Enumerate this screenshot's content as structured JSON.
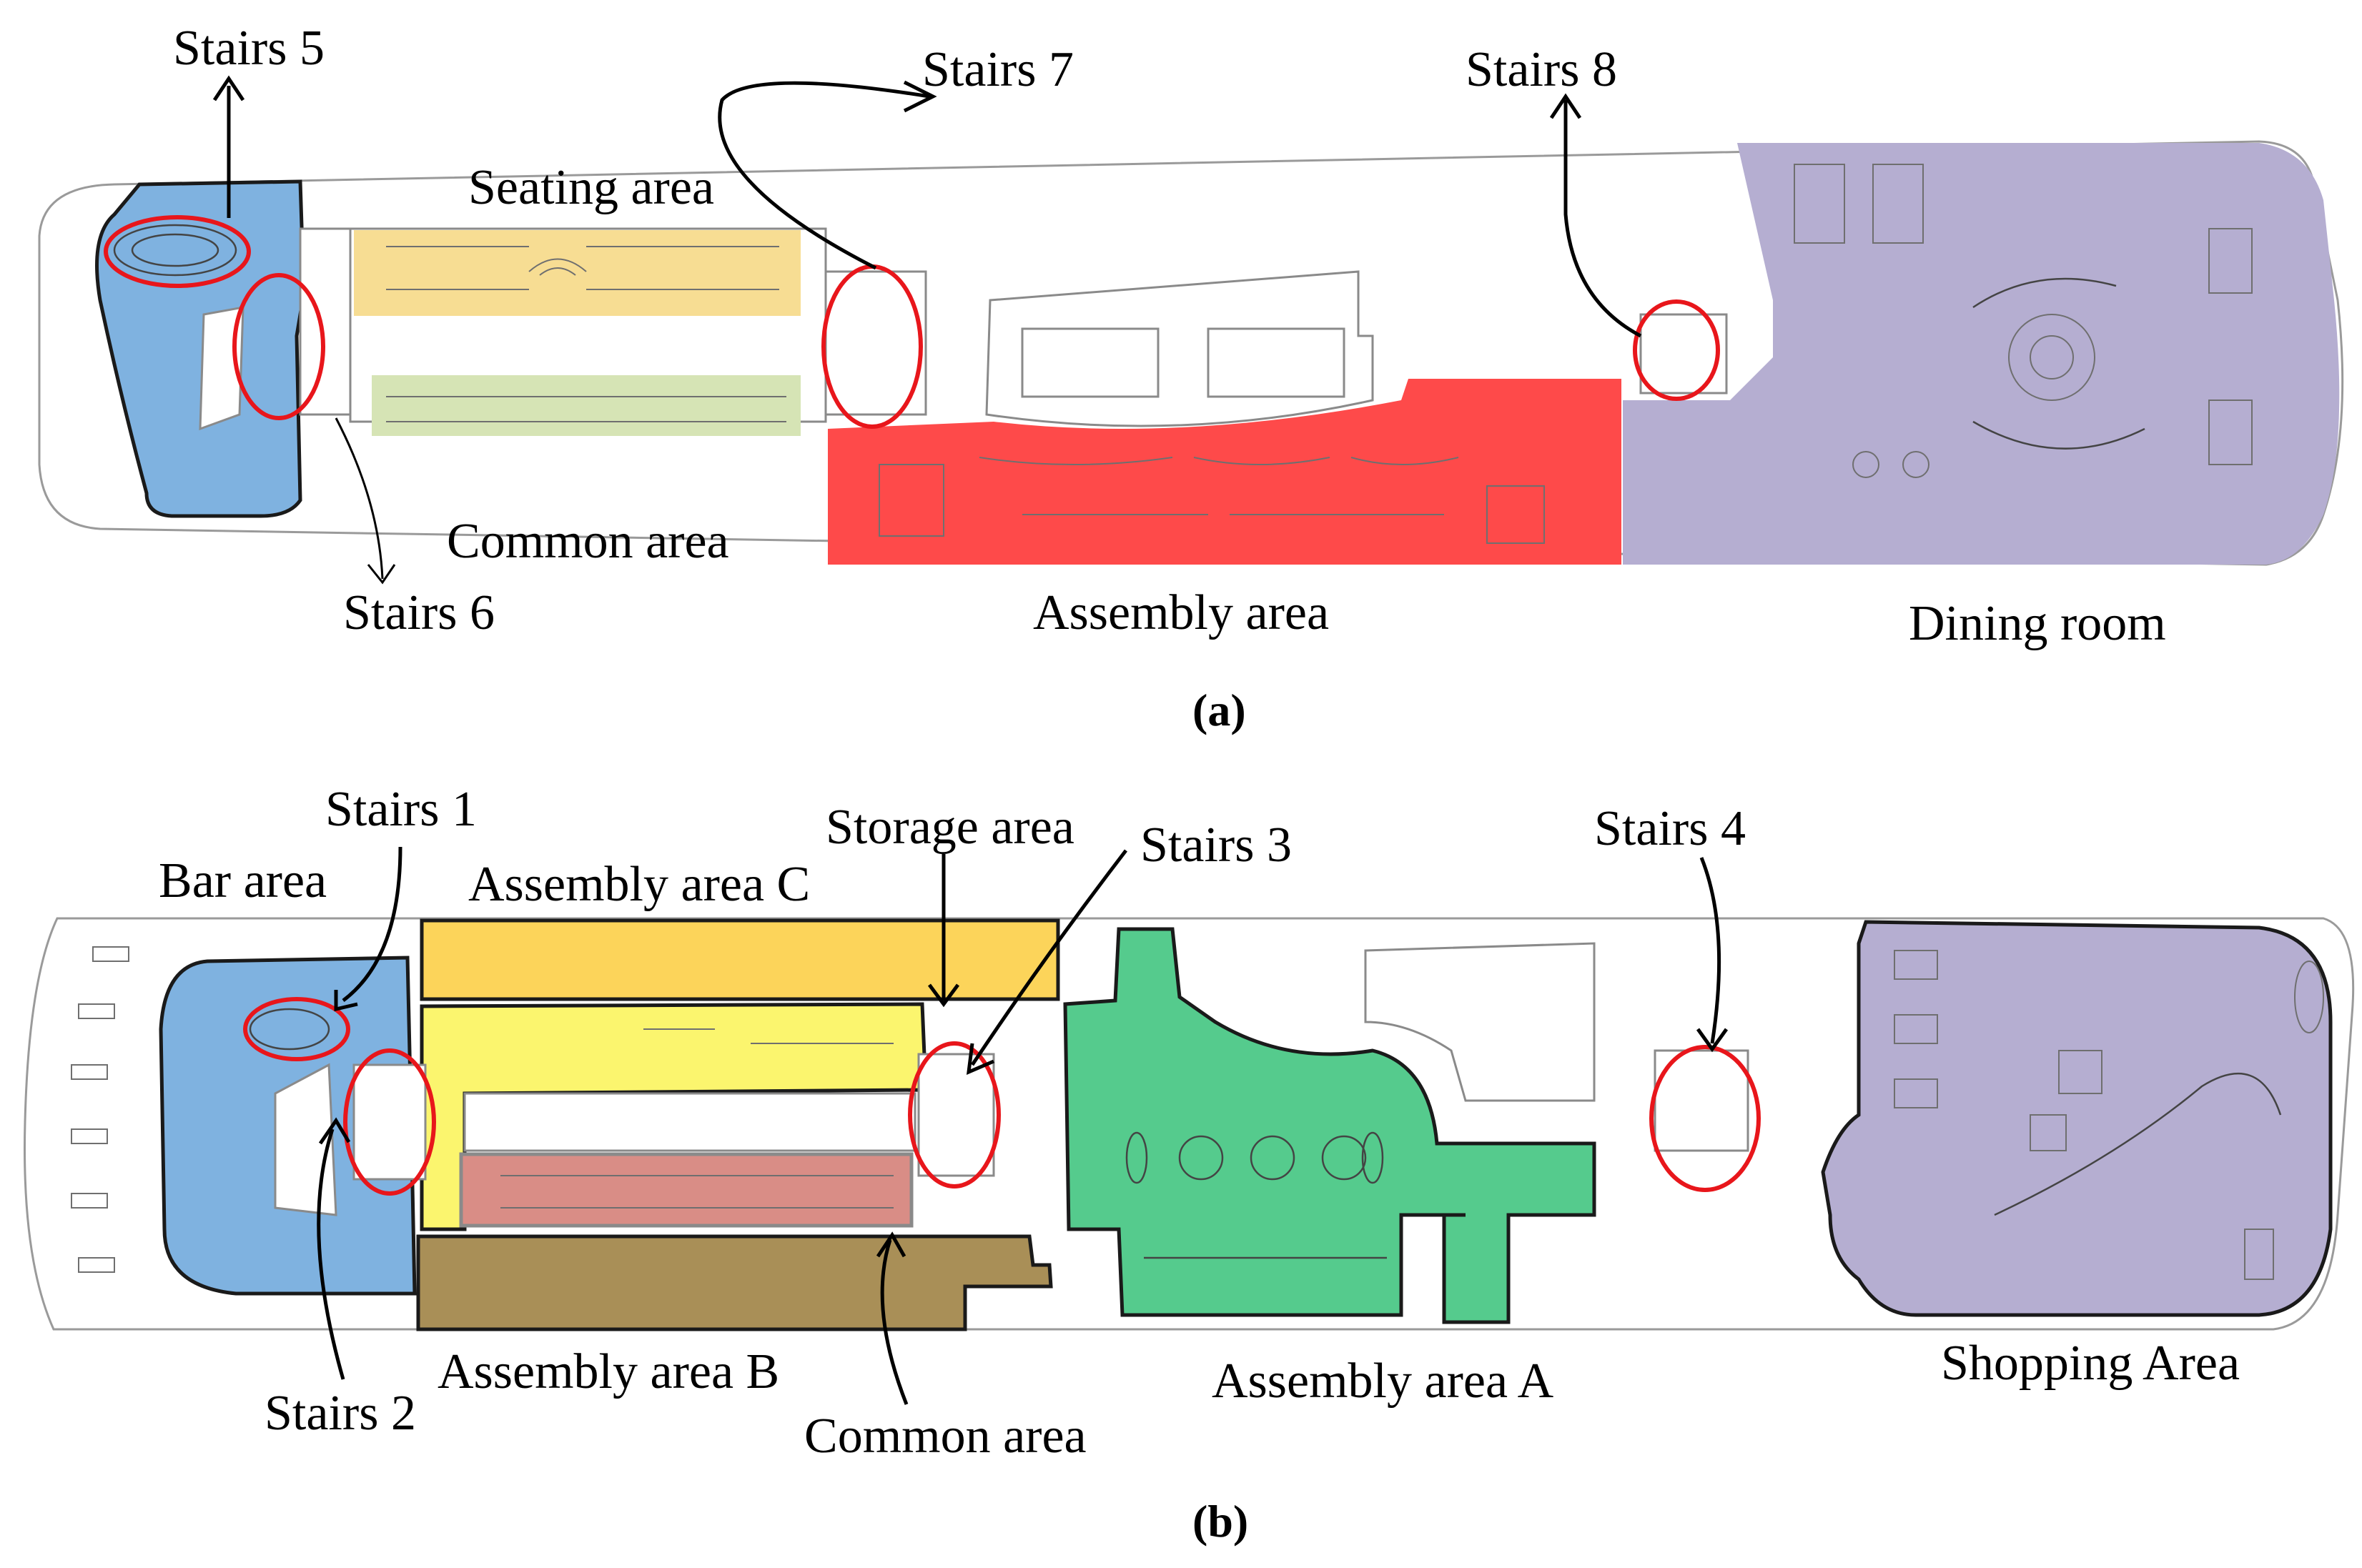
{
  "colors": {
    "bar_blue": "#7fb2e0",
    "seating_yellow": "#f7dd93",
    "common_green": "#d6e4b5",
    "assembly_red": "#fe4a4a",
    "dining_purple": "#b5aed1",
    "assembly_c": "#fcd45a",
    "yellow": "#fbf56e",
    "common_pink": "#d98d86",
    "assembly_b": "#a98f57",
    "assembly_a": "#55cb8d",
    "shopping_purple": "#b5aed1",
    "stairs_ring": "#e8161b"
  },
  "panel_a": {
    "caption_pre": "(",
    "caption_letter": "a",
    "caption_post": ")",
    "labels": {
      "stairs5": "Stairs 5",
      "stairs6": "Stairs 6",
      "stairs7": "Stairs 7",
      "stairs8": "Stairs 8",
      "seating": "Seating area",
      "common": "Common area",
      "assembly": "Assembly area",
      "dining": "Dining room"
    }
  },
  "panel_b": {
    "caption_pre": "(",
    "caption_letter": "b",
    "caption_post": ")",
    "labels": {
      "stairs1": "Stairs 1",
      "stairs2": "Stairs 2",
      "stairs3": "Stairs 3",
      "stairs4": "Stairs 4",
      "bar": "Bar area",
      "assembly_c": "Assembly area C",
      "storage": "Storage area",
      "assembly_b": "Assembly area B",
      "common": "Common area",
      "assembly_a": "Assembly area A",
      "shopping": "Shopping Area"
    }
  }
}
